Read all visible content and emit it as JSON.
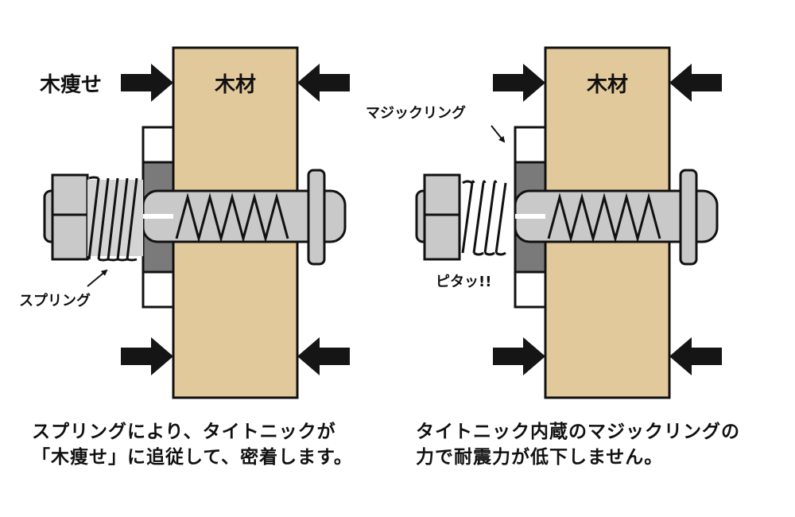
{
  "left_panel": {
    "wood_label": "木材",
    "shrink_label": "木痩せ",
    "spring_label": "スプリング",
    "caption_lines": [
      "スプリングにより、タイトニックが",
      "「木痩せ」に追従して、密着します。"
    ]
  },
  "right_panel": {
    "wood_label": "木材",
    "ring_label": "マジックリング",
    "fit_label": "ピタッ!!",
    "caption_lines": [
      "タイトニック内蔵のマジックリングの",
      "力で耐震力が低下しません。"
    ]
  },
  "colors": {
    "wood": "#E2C99B",
    "bolt": "#C9C9C9",
    "dark_washer": "#7A7A7A",
    "outline": "#111111",
    "arrow": "#151515"
  }
}
